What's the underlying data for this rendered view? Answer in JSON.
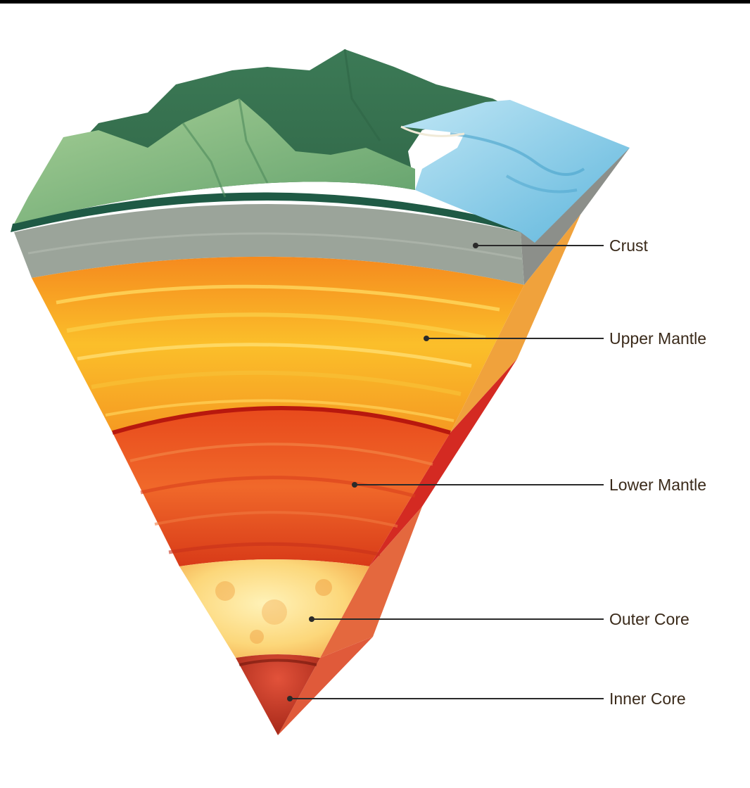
{
  "colors": {
    "label_text": "#3a2a1a",
    "leader_line": "#2a2a2a",
    "mountain_dark": "#3f7a52",
    "mountain_light": "#8fc08a",
    "water": "#8fd0e8",
    "crust": "#9aa39a",
    "upper_mantle": "#f6a623",
    "lower_mantle": "#ec5a22",
    "outer_core": "#fde6a0",
    "inner_core": "#c0301e"
  },
  "layers": [
    {
      "id": "crust",
      "label": "Crust"
    },
    {
      "id": "upper-mantle",
      "label": "Upper Mantle"
    },
    {
      "id": "lower-mantle",
      "label": "Lower Mantle"
    },
    {
      "id": "outer-core",
      "label": "Outer Core"
    },
    {
      "id": "inner-core",
      "label": "Inner Core"
    }
  ]
}
